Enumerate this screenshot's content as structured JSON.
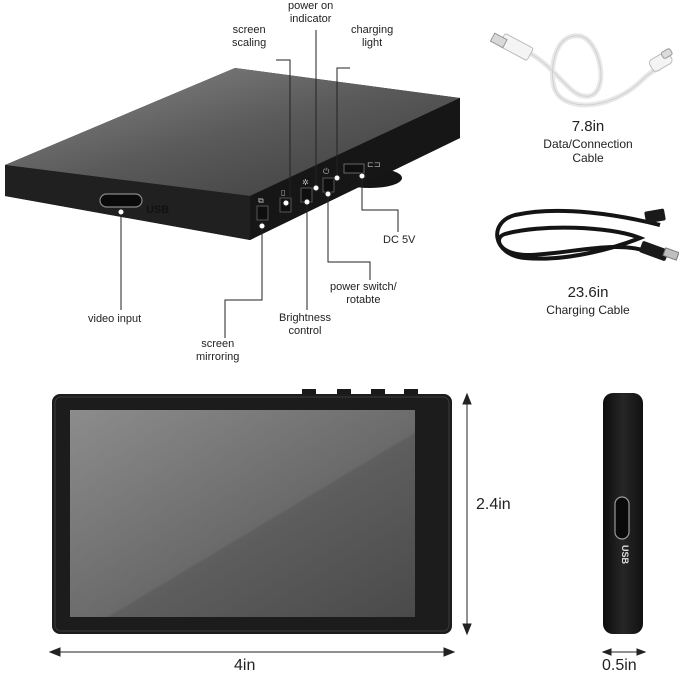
{
  "labels": {
    "screen_scaling": "screen\nscaling",
    "power_on_indicator": "power on\nindicator",
    "charging_light": "charging\nlight",
    "usb_port_text": "USB",
    "video_input": "video input",
    "screen_mirroring": "screen\nmirroring",
    "brightness_control": "Brightness\ncontrol",
    "power_switch": "power switch/\nrotabte",
    "dc_5v": "DC 5V",
    "side_usb_text": "USB"
  },
  "cables": {
    "data_cable_length": "7.8in",
    "data_cable_name": "Data/Connection\nCable",
    "charging_cable_length": "23.6in",
    "charging_cable_name": "Charging Cable"
  },
  "dimensions": {
    "width": "4in",
    "height": "2.4in",
    "depth": "0.5in"
  },
  "colors": {
    "device_body": "#1e1e1e",
    "screen_glass": "#6e6e6e",
    "cable_white": "#f2f2f2",
    "cable_black": "#1a1a1a"
  }
}
